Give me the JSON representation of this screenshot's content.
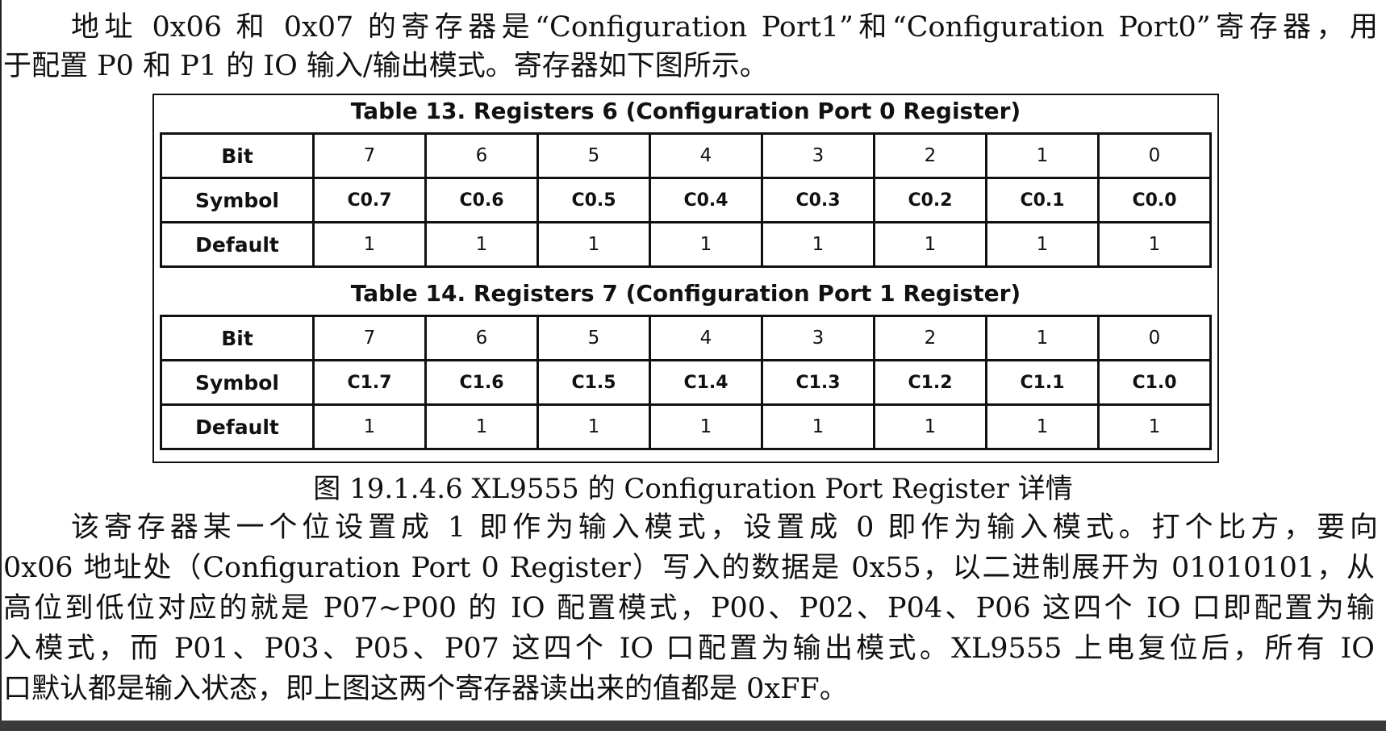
{
  "intro": {
    "line1": "地址 0x06 和 0x07 的寄存器是“Configuration Port1”和“Configuration Port0”寄存器，用",
    "line2": "于配置 P0 和 P1 的 IO 输入/输出模式。寄存器如下图所示。"
  },
  "tables": [
    {
      "title": "Table 13. Registers 6 (Configuration Port 0 Register)",
      "rows": [
        {
          "label": "Bit",
          "cells": [
            "7",
            "6",
            "5",
            "4",
            "3",
            "2",
            "1",
            "0"
          ]
        },
        {
          "label": "Symbol",
          "cells": [
            "C0.7",
            "C0.6",
            "C0.5",
            "C0.4",
            "C0.3",
            "C0.2",
            "C0.1",
            "C0.0"
          ]
        },
        {
          "label": "Default",
          "cells": [
            "1",
            "1",
            "1",
            "1",
            "1",
            "1",
            "1",
            "1"
          ]
        }
      ]
    },
    {
      "title": "Table 14. Registers 7 (Configuration Port 1 Register)",
      "rows": [
        {
          "label": "Bit",
          "cells": [
            "7",
            "6",
            "5",
            "4",
            "3",
            "2",
            "1",
            "0"
          ]
        },
        {
          "label": "Symbol",
          "cells": [
            "C1.7",
            "C1.6",
            "C1.5",
            "C1.4",
            "C1.3",
            "C1.2",
            "C1.1",
            "C1.0"
          ]
        },
        {
          "label": "Default",
          "cells": [
            "1",
            "1",
            "1",
            "1",
            "1",
            "1",
            "1",
            "1"
          ]
        }
      ]
    }
  ],
  "caption": "图 19.1.4.6 XL9555 的 Configuration Port Register 详情",
  "body": {
    "lines": [
      "该寄存器某一个位设置成 1 即作为输入模式，设置成 0 即作为输入模式。打个比方，要向",
      "0x06 地址处（Configuration Port 0 Register）写入的数据是 0x55，以二进制展开为 01010101，从",
      "高位到低位对应的就是 P07~P00 的 IO 配置模式，P00、P02、P04、P06 这四个 IO 口即配置为输",
      "入模式，而 P01、P03、P05、P07 这四个 IO 口配置为输出模式。XL9555 上电复位后，所有 IO",
      "口默认都是输入状态，即上图这两个寄存器读出来的值都是 0xFF。"
    ]
  }
}
